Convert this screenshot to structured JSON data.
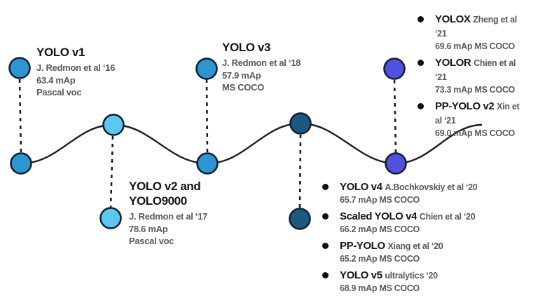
{
  "colors": {
    "blue": "#2e95d3",
    "light_blue": "#5cc8f2",
    "dark_navy": "#1d5880",
    "purple": "#5151e0"
  },
  "milestones": {
    "v1": {
      "title": "YOLO v1",
      "author": "J. Redmon et al ‘16",
      "map": "63.4 mAp",
      "dataset": "Pascal voc"
    },
    "v2": {
      "title_line1": "YOLO v2 and",
      "title_line2": "YOLO9000",
      "author": "J. Redmon et al ‘17",
      "map": "78.6 mAp",
      "dataset": "Pascal voc"
    },
    "v3": {
      "title": "YOLO v3",
      "author": "J. Redmon et al ‘18",
      "map": "57.9 mAp",
      "dataset": "MS COCO"
    }
  },
  "list_2021": [
    {
      "name": "YOLOX",
      "author": "Zheng et al ‘21",
      "detail": "69.6 mAp MS COCO"
    },
    {
      "name": "YOLOR",
      "author": "Chien et al ‘21",
      "detail": "73.3 mAp MS COCO"
    },
    {
      "name": "PP-YOLO v2",
      "author": "Xin et al ‘21",
      "detail": "69.0 mAp MS COCO"
    }
  ],
  "list_2020": [
    {
      "name": "YOLO v4",
      "author": "A.Bochkovskiy et al ‘20",
      "detail": "65.7 mAp MS COCO"
    },
    {
      "name": "Scaled YOLO v4",
      "author": "Chien et al ‘20",
      "detail": "66.2 mAp MS COCO"
    },
    {
      "name": "PP-YOLO",
      "author": "Xiang et al ‘20",
      "detail": "65.2 mAp MS COCO"
    },
    {
      "name": "YOLO v5",
      "author": "ultralytics ‘20",
      "detail": "68.9 mAp MS COCO"
    }
  ]
}
